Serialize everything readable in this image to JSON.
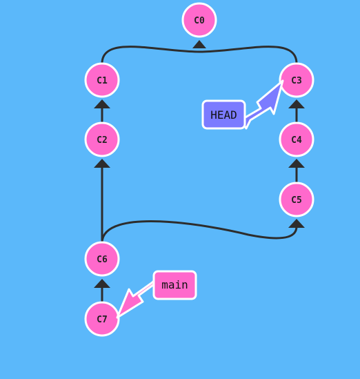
{
  "graph": {
    "commits": [
      {
        "id": "C0",
        "label": "C0"
      },
      {
        "id": "C1",
        "label": "C1"
      },
      {
        "id": "C2",
        "label": "C2"
      },
      {
        "id": "C3",
        "label": "C3"
      },
      {
        "id": "C4",
        "label": "C4"
      },
      {
        "id": "C5",
        "label": "C5"
      },
      {
        "id": "C6",
        "label": "C6"
      },
      {
        "id": "C7",
        "label": "C7"
      }
    ],
    "edges": [
      {
        "from": "C1",
        "to": "C0"
      },
      {
        "from": "C3",
        "to": "C0"
      },
      {
        "from": "C2",
        "to": "C1"
      },
      {
        "from": "C4",
        "to": "C3"
      },
      {
        "from": "C5",
        "to": "C4"
      },
      {
        "from": "C6",
        "to": "C2"
      },
      {
        "from": "C6",
        "to": "C5"
      },
      {
        "from": "C7",
        "to": "C6"
      }
    ],
    "refs": {
      "head": {
        "label": "HEAD",
        "target": "C3"
      },
      "main": {
        "label": "main",
        "target": "C7"
      }
    }
  },
  "colors": {
    "background": "#5bb8fa",
    "commit_fill": "#ff69cc",
    "commit_stroke": "#ffffff",
    "edge": "#2d2d2d",
    "head_fill": "#7b7bff",
    "branch_fill": "#ff69cc"
  }
}
